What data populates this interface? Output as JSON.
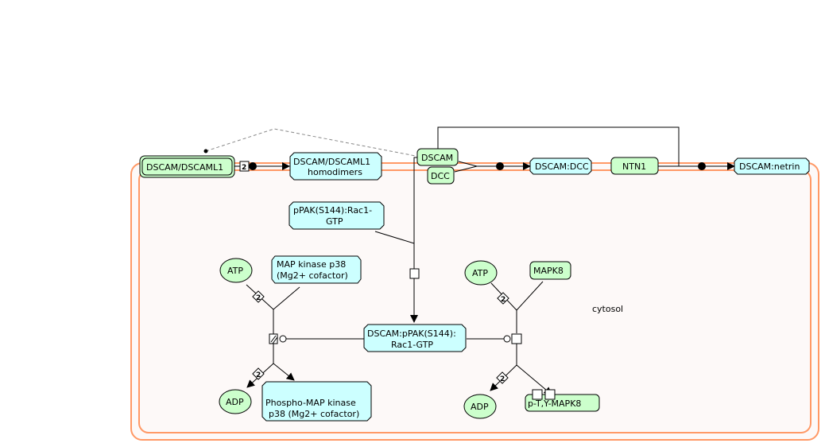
{
  "compartment": {
    "label": "cytosol"
  },
  "colors": {
    "membrane": "#ff9966",
    "compartment_fill": "#fdf9f8",
    "protein_fill": "#ccffcc",
    "complex_fill": "#ccffff",
    "chemical_fill": "#ccffcc"
  },
  "nodes": {
    "dscam_dscaml1": "DSCAM/DSCAML1",
    "homodimers_l1": "DSCAM/DSCAML1",
    "homodimers_l2": "homodimers",
    "dscam": "DSCAM",
    "dcc": "DCC",
    "dscam_dcc": "DSCAM:DCC",
    "ntn1": "NTN1",
    "dscam_netrin": "DSCAM:netrin",
    "ppak_l1": "pPAK(S144):Rac1-",
    "ppak_l2": "GTP",
    "atp_left": "ATP",
    "map_p38_l1": "MAP kinase p38",
    "map_p38_l2": "(Mg2+ cofactor)",
    "dscam_ppak_l1": "DSCAM:pPAK(S144):",
    "dscam_ppak_l2": "Rac1-GTP",
    "adp_left": "ADP",
    "phospho_p38_l1": "Phospho-MAP kinase",
    "phospho_p38_l2": "p38 (Mg2+ cofactor)",
    "atp_right": "ATP",
    "mapk8": "MAPK8",
    "adp_right": "ADP",
    "p_ty_mapk8": "p-T,Y-MAPK8"
  },
  "stoichiometry": {
    "dimer": "2",
    "atp_left": "2",
    "adp_left": "2",
    "atp_right": "2",
    "adp_right": "2"
  }
}
